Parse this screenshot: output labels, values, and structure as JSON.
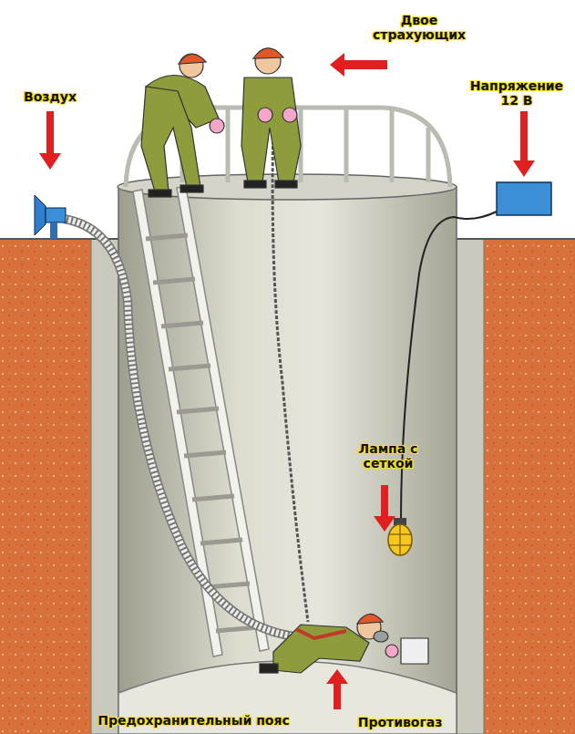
{
  "diagram": {
    "labels": [
      "Двое страхующих",
      "Воздух",
      "Напряжение 12 В",
      "Лампа с сеткой",
      "Предохранительный пояс",
      "Противогаз"
    ]
  }
}
